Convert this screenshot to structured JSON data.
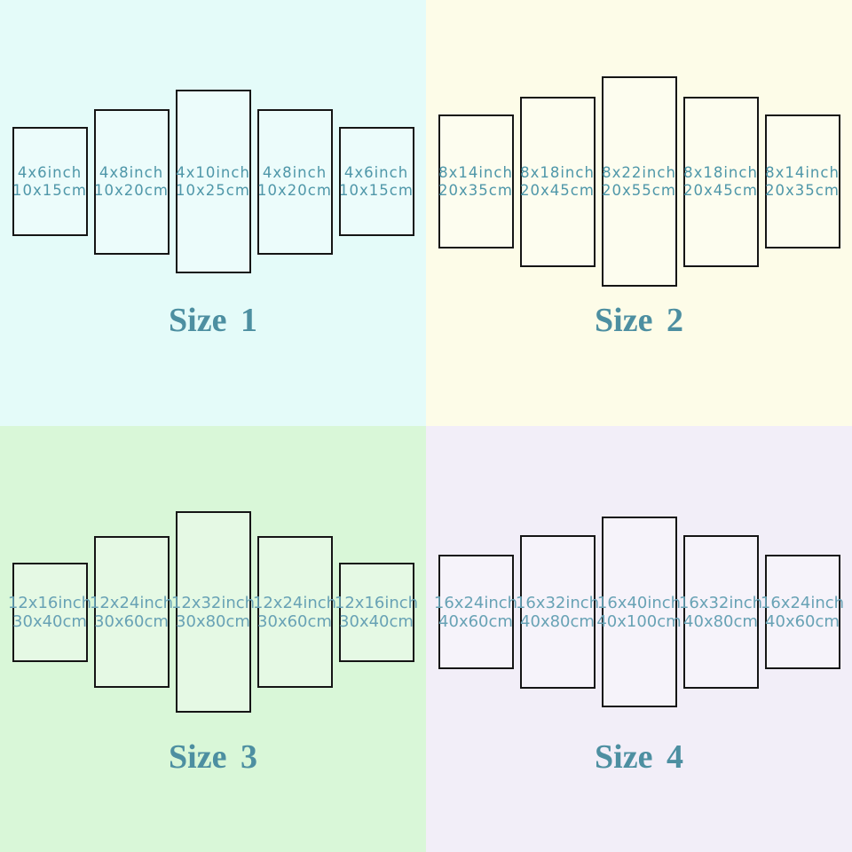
{
  "colors": {
    "panel_border": "#151515",
    "title_text": "#4d8fa1",
    "label_text_top_row": "#4f97a9",
    "label_text_bottom_row": "#68a2b5"
  },
  "quadrants": [
    {
      "title": "Size 1",
      "background": "#e4fbf9",
      "panels": [
        {
          "inch": "4x6inch",
          "cm": "10x15cm"
        },
        {
          "inch": "4x8inch",
          "cm": "10x20cm"
        },
        {
          "inch": "4x10inch",
          "cm": "10x25cm"
        },
        {
          "inch": "4x8inch",
          "cm": "10x20cm"
        },
        {
          "inch": "4x6inch",
          "cm": "10x15cm"
        }
      ]
    },
    {
      "title": "Size 2",
      "background": "#fdfce8",
      "panels": [
        {
          "inch": "8x14inch",
          "cm": "20x35cm"
        },
        {
          "inch": "8x18inch",
          "cm": "20x45cm"
        },
        {
          "inch": "8x22inch",
          "cm": "20x55cm"
        },
        {
          "inch": "8x18inch",
          "cm": "20x45cm"
        },
        {
          "inch": "8x14inch",
          "cm": "20x35cm"
        }
      ]
    },
    {
      "title": "Size 3",
      "background": "#d9f7d8",
      "panels": [
        {
          "inch": "12x16inch",
          "cm": "30x40cm"
        },
        {
          "inch": "12x24inch",
          "cm": "30x60cm"
        },
        {
          "inch": "12x32inch",
          "cm": "30x80cm"
        },
        {
          "inch": "12x24inch",
          "cm": "30x60cm"
        },
        {
          "inch": "12x16inch",
          "cm": "30x40cm"
        }
      ]
    },
    {
      "title": "Size 4",
      "background": "#f2eef8",
      "panels": [
        {
          "inch": "16x24inch",
          "cm": "40x60cm"
        },
        {
          "inch": "16x32inch",
          "cm": "40x80cm"
        },
        {
          "inch": "16x40inch",
          "cm": "40x100cm"
        },
        {
          "inch": "16x32inch",
          "cm": "40x80cm"
        },
        {
          "inch": "16x24inch",
          "cm": "40x60cm"
        }
      ]
    }
  ]
}
